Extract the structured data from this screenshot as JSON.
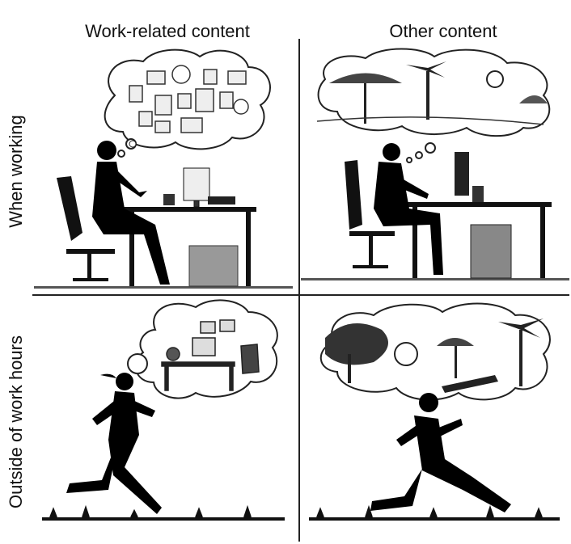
{
  "columns": {
    "work": "Work-related content",
    "other": "Other content"
  },
  "rows": {
    "working": "When working",
    "outside": "Outside of work hours"
  },
  "panels": [
    {
      "row": "working",
      "column": "work",
      "person": "woman at desk",
      "thought": "office items"
    },
    {
      "row": "working",
      "column": "other",
      "person": "man at desk",
      "thought": "beach scene"
    },
    {
      "row": "outside",
      "column": "work",
      "person": "woman running",
      "thought": "office desk"
    },
    {
      "row": "outside",
      "column": "other",
      "person": "man running",
      "thought": "beach relaxing"
    }
  ]
}
